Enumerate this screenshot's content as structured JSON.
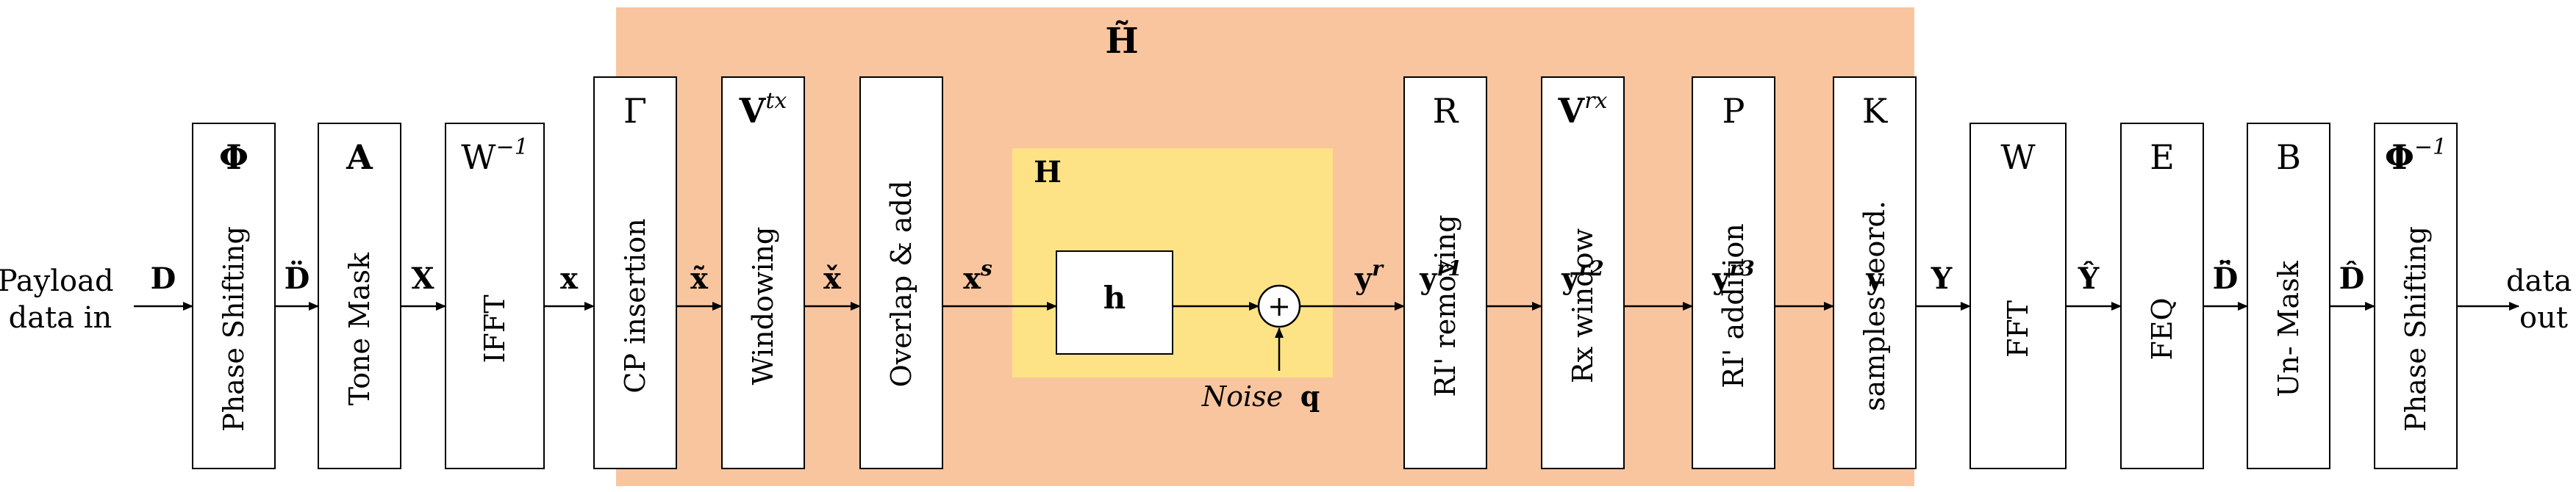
{
  "input": {
    "line1": "Payload",
    "line2": "data in"
  },
  "output": {
    "line1": "data",
    "line2": "out"
  },
  "regions": {
    "outer": {
      "label": "H̃",
      "color": "#f9c59f"
    },
    "channel": {
      "label": "H",
      "color": "#fde385"
    }
  },
  "blocks": [
    {
      "id": "phase-shift",
      "symbol": "Φ",
      "sup": "",
      "text": "Phase Shifting"
    },
    {
      "id": "tone-mask",
      "symbol": "A",
      "sup": "",
      "text": "Tone Mask"
    },
    {
      "id": "ifft",
      "symbol": "W",
      "sup": "−1",
      "text": "IFFT"
    },
    {
      "id": "cp-insertion",
      "symbol": "Γ",
      "sup": "",
      "text": "CP  insertion"
    },
    {
      "id": "windowing",
      "symbol": "V",
      "sup": "tx",
      "text": "Windowing"
    },
    {
      "id": "overlap-add",
      "symbol": "",
      "sup": "",
      "text": "Overlap & add"
    },
    {
      "id": "ri-removing",
      "symbol": "R",
      "sup": "",
      "text": "RI' removing"
    },
    {
      "id": "rx-window",
      "symbol": "V",
      "sup": "rx",
      "text": "Rx window"
    },
    {
      "id": "ri-addition",
      "symbol": "P",
      "sup": "",
      "text": "RI' addition"
    },
    {
      "id": "samples-reord",
      "symbol": "K",
      "sup": "",
      "text": "samples  reord."
    },
    {
      "id": "fft",
      "symbol": "W",
      "sup": "",
      "text": "FFT"
    },
    {
      "id": "feq",
      "symbol": "E",
      "sup": "",
      "text": "FEQ"
    },
    {
      "id": "un-mask",
      "symbol": "B",
      "sup": "",
      "text": "Un- Mask"
    },
    {
      "id": "inv-phase-shift",
      "symbol": "Φ",
      "sup": "−1",
      "text": "Phase Shifting"
    }
  ],
  "channel_block": {
    "symbol": "h"
  },
  "adder": {
    "symbol": "+"
  },
  "noise": {
    "text": "Noise",
    "symbol": "q"
  },
  "signals": [
    {
      "id": "D",
      "base": "D",
      "accent": "",
      "sup": ""
    },
    {
      "id": "D-ddot",
      "base": "D",
      "accent": "̈",
      "sup": ""
    },
    {
      "id": "X",
      "base": "X",
      "accent": "",
      "sup": ""
    },
    {
      "id": "x",
      "base": "x",
      "accent": "",
      "sup": ""
    },
    {
      "id": "x-tilde",
      "base": "x",
      "accent": "̃",
      "sup": ""
    },
    {
      "id": "x-check",
      "base": "x",
      "accent": "̌",
      "sup": ""
    },
    {
      "id": "x-s",
      "base": "x",
      "accent": "",
      "sup": "s"
    },
    {
      "id": "y-r",
      "base": "y",
      "accent": "",
      "sup": "r"
    },
    {
      "id": "y-r1",
      "base": "y",
      "accent": "",
      "sup": "r1"
    },
    {
      "id": "y-r2",
      "base": "y",
      "accent": "",
      "sup": "r2"
    },
    {
      "id": "y-r3",
      "base": "y",
      "accent": "",
      "sup": "r3"
    },
    {
      "id": "y",
      "base": "y",
      "accent": "",
      "sup": ""
    },
    {
      "id": "Y",
      "base": "Y",
      "accent": "",
      "sup": ""
    },
    {
      "id": "Y-hat",
      "base": "Y",
      "accent": "̂",
      "sup": ""
    },
    {
      "id": "D-hat-ddot",
      "base": "D",
      "accent": "̂̈",
      "sup": ""
    },
    {
      "id": "D-hat",
      "base": "D",
      "accent": "̂",
      "sup": ""
    }
  ]
}
